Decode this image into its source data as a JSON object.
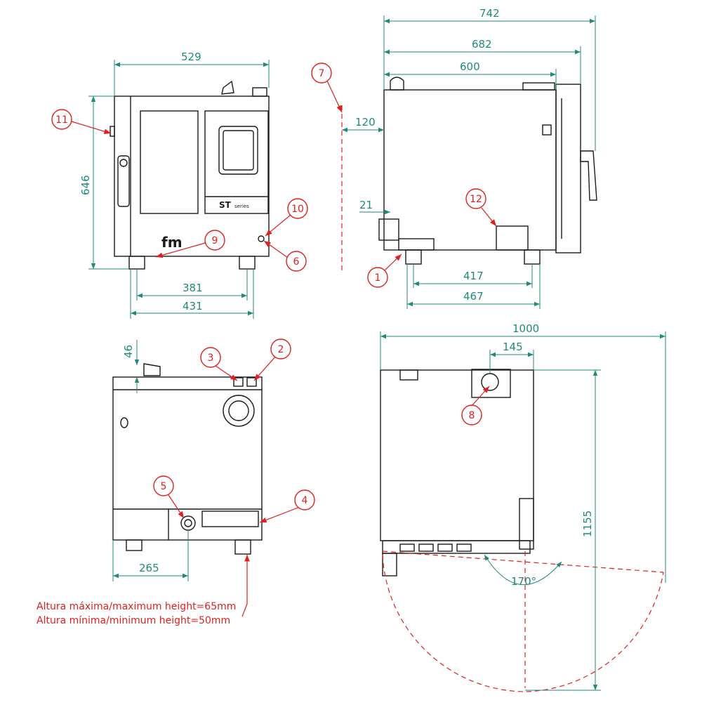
{
  "colors": {
    "outline": "#1a1a1a",
    "dimension": "#1f8a7a",
    "callout": "#e02020",
    "background": "#ffffff"
  },
  "dimensions": {
    "d529": "529",
    "d646": "646",
    "d381": "381",
    "d431": "431",
    "d742": "742",
    "d682": "682",
    "d600": "600",
    "d120": "120",
    "d21": "21",
    "d417": "417",
    "d467": "467",
    "d46": "46",
    "d265": "265",
    "d1000": "1000",
    "d145": "145",
    "d1155": "1155",
    "angle": "170°"
  },
  "callouts": [
    "1",
    "2",
    "3",
    "4",
    "5",
    "6",
    "7",
    "8",
    "9",
    "10",
    "11",
    "12"
  ],
  "labels": {
    "brand": "fm",
    "series": "ST",
    "series_sub": "series"
  },
  "notes": {
    "max_height": "Altura máxima/maximum height=65mm",
    "min_height": "Altura mínima/minimum height=50mm"
  }
}
